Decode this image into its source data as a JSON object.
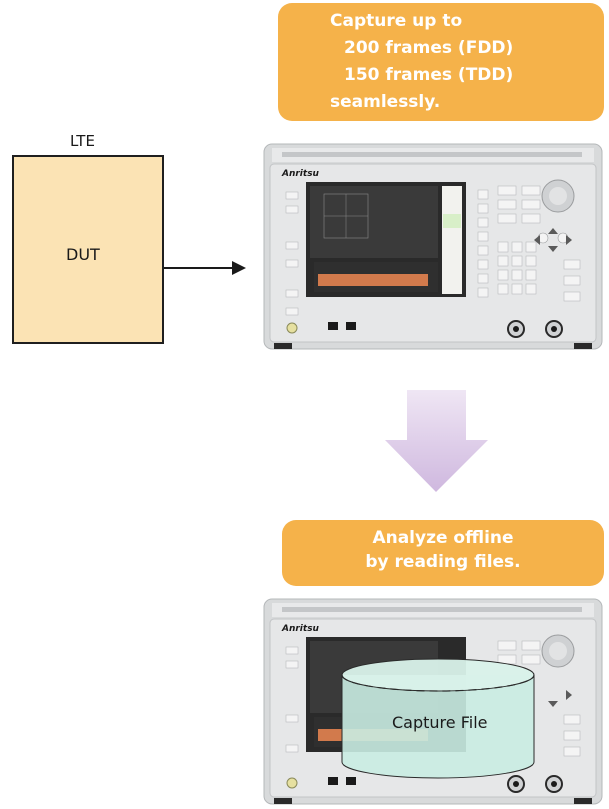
{
  "callout_top": {
    "lines": [
      "Capture up to",
      "200 frames (FDD)",
      "150 frames (TDD)",
      "seamlessly."
    ]
  },
  "callout_bottom": {
    "lines": [
      "Analyze offline",
      "by reading files."
    ]
  },
  "dut": {
    "protocol_label": "LTE",
    "box_label": "DUT"
  },
  "instrument": {
    "brand": "Anritsu"
  },
  "capture_file": {
    "label": "Capture File"
  },
  "colors": {
    "callout": "#f5b24a",
    "dut_fill": "#fbe3b4",
    "arrow_down": "#d9c6e6",
    "cylinder": "#c9ece2",
    "instrument_body": "#dfe1e2",
    "screen": "#2a2a2a"
  }
}
